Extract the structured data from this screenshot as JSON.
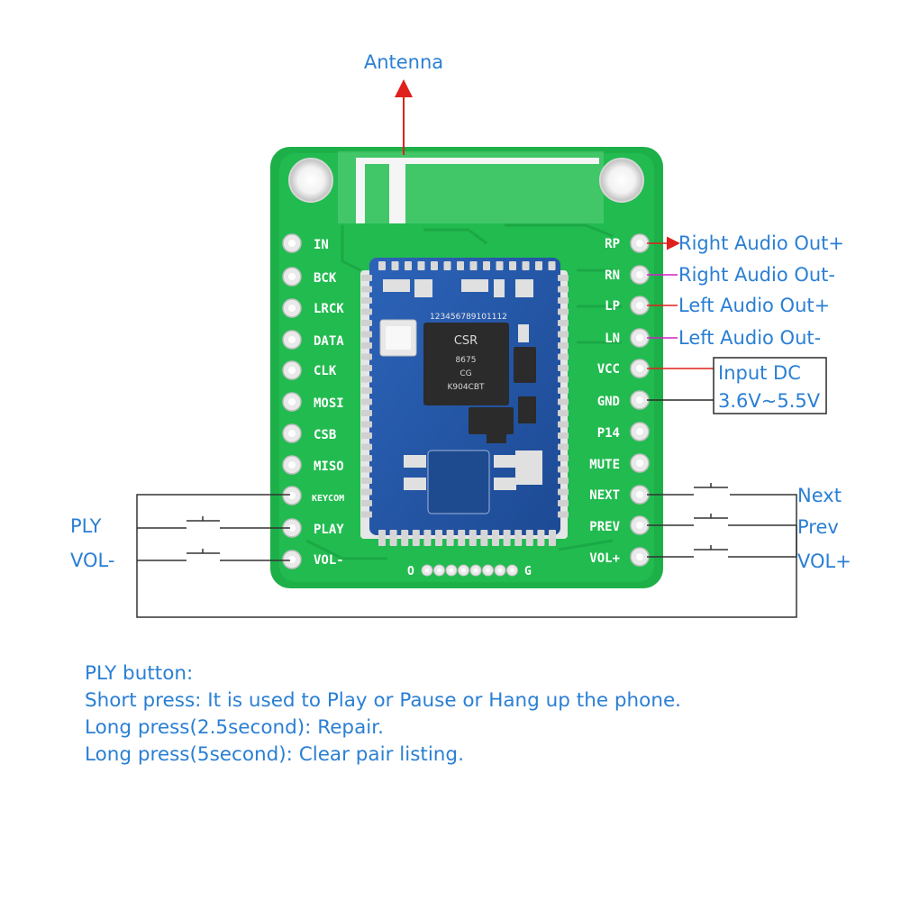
{
  "antenna_label": "Antenna",
  "left_pins": [
    "IN",
    "BCK",
    "LRCK",
    "DATA",
    "CLK",
    "MOSI",
    "CSB",
    "MISO",
    "KEYCOM",
    "PLAY",
    "VOL-"
  ],
  "right_pins": [
    "RP",
    "RN",
    "LP",
    "LN",
    "VCC",
    "GND",
    "P14",
    "MUTE",
    "NEXT",
    "PREV",
    "VOL+"
  ],
  "bottom_pins": {
    "start": "O",
    "end": "G"
  },
  "module": {
    "brand": "CSR",
    "chip_line1": "8675",
    "chip_line2": "CG",
    "chip_line3": "K904CBT",
    "pad_numbers": "123456789101112"
  },
  "callouts": {
    "rp": "Right Audio Out+",
    "rn": "Right Audio Out-",
    "lp": "Left Audio Out+",
    "ln": "Left Audio Out-",
    "input_dc_line1": "Input DC",
    "input_dc_line2": "3.6V~5.5V"
  },
  "buttons": {
    "ply": "PLY",
    "vol_minus": "VOL-",
    "next": "Next",
    "prev": "Prev",
    "vol_plus": "VOL+"
  },
  "notes": {
    "heading": "PLY button:",
    "short_press": "Short press: It is used to Play or Pause or Hang up the phone.",
    "long_press_1": "Long press(2.5second): Repair.",
    "long_press_2": "Long press(5second): Clear pair listing."
  },
  "colors": {
    "pcb_green": "#1fb34a",
    "module_blue": "#2355a8",
    "label_blue": "#2a7fd4",
    "wire_red": "#e0201c",
    "wire_magenta": "#d321c4"
  }
}
